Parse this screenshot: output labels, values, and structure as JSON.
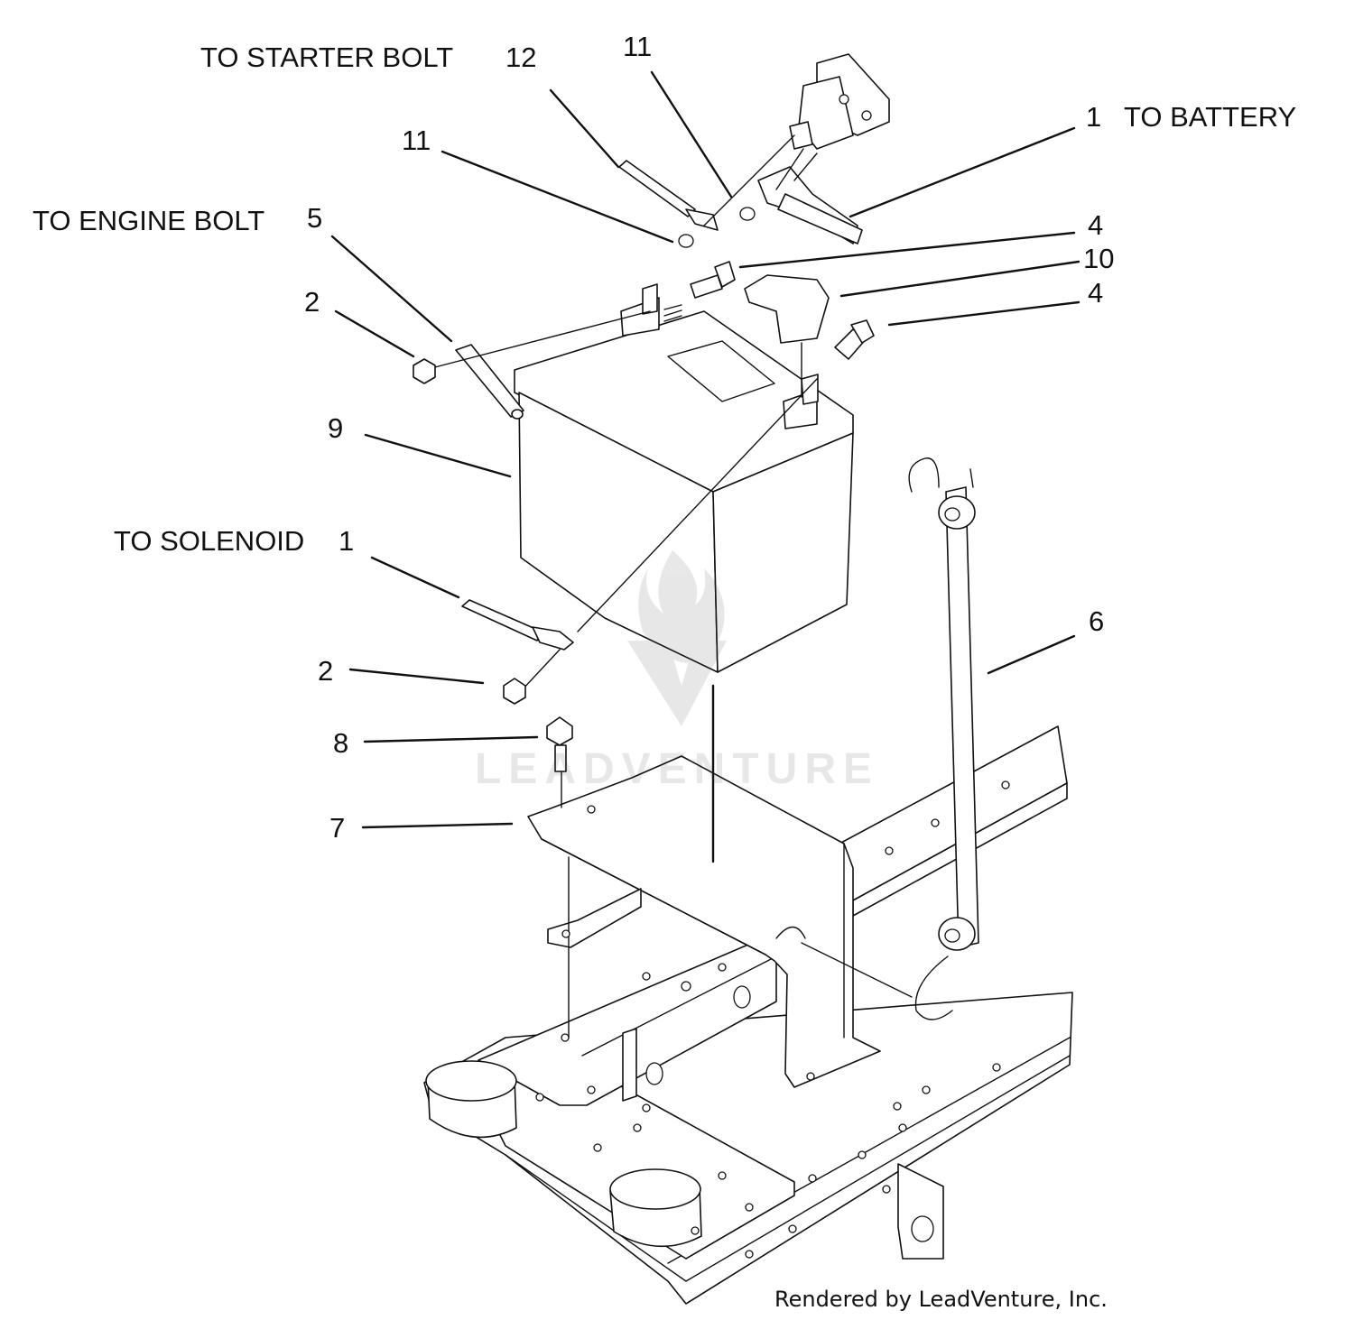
{
  "diagram": {
    "labels": [
      {
        "id": "to-starter-bolt",
        "text": "TO STARTER BOLT"
      },
      {
        "id": "callout-12",
        "text": "12"
      },
      {
        "id": "callout-11-top",
        "text": "11"
      },
      {
        "id": "callout-1-top",
        "text": "1"
      },
      {
        "id": "to-battery",
        "text": "TO BATTERY"
      },
      {
        "id": "callout-11-left",
        "text": "11"
      },
      {
        "id": "to-engine-bolt",
        "text": "TO ENGINE BOLT"
      },
      {
        "id": "callout-5",
        "text": "5"
      },
      {
        "id": "callout-4-upper",
        "text": "4"
      },
      {
        "id": "callout-10",
        "text": "10"
      },
      {
        "id": "callout-4-lower",
        "text": "4"
      },
      {
        "id": "callout-2-upper",
        "text": "2"
      },
      {
        "id": "callout-9",
        "text": "9"
      },
      {
        "id": "to-solenoid",
        "text": "TO SOLENOID"
      },
      {
        "id": "callout-1-bottom",
        "text": "1"
      },
      {
        "id": "callout-6",
        "text": "6"
      },
      {
        "id": "callout-2-lower",
        "text": "2"
      },
      {
        "id": "callout-8",
        "text": "8"
      },
      {
        "id": "callout-7",
        "text": "7"
      }
    ],
    "watermark": "LEADVENTURE",
    "credit": "Rendered by LeadVenture, Inc."
  }
}
